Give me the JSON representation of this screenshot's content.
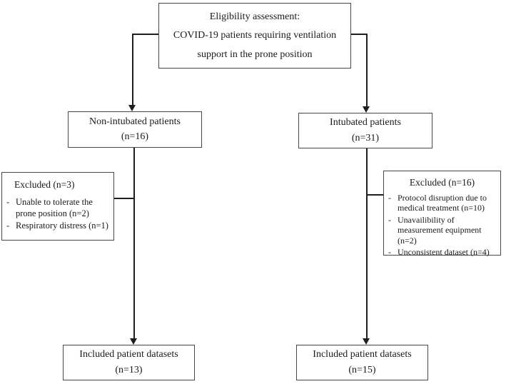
{
  "bullet": "-",
  "colors": {
    "box_border": "#474747",
    "connector": "#1f1f1f",
    "text": "#1a1a1a",
    "background": "#ffffff"
  },
  "nodes": {
    "eligibility": {
      "line1": "Eligibility assessment:",
      "line2": "COVID-19 patients requiring ventilation",
      "line3": "support in the prone position"
    },
    "non_intubated": {
      "label": "Non-intubated patients",
      "count": "(n=16)"
    },
    "intubated": {
      "label": "Intubated patients",
      "count": "(n=31)"
    },
    "excluded_non_intubated": {
      "title": "Excluded (n=3)",
      "items": [
        "Unable to tolerate the prone position (n=2)",
        "Respiratory distress (n=1)"
      ]
    },
    "excluded_intubated": {
      "title": "Excluded (n=16)",
      "items": [
        "Protocol disruption due to medical treatment (n=10)",
        "Unavailibility of measurement equipment (n=2)",
        "Unconsistent dataset (n=4)"
      ]
    },
    "included_non_intubated": {
      "label": "Included patient datasets",
      "count": "(n=13)"
    },
    "included_intubated": {
      "label": "Included patient datasets",
      "count": "(n=15)"
    }
  }
}
